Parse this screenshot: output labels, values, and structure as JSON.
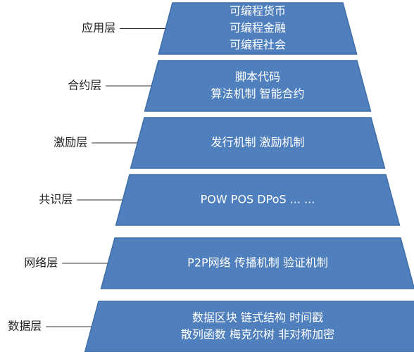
{
  "colors": {
    "layer_fill": "#4f7fbd",
    "layer_stroke": "#3f6ea8",
    "layer_text": "#ffffff",
    "label_text": "#222222"
  },
  "layers": [
    {
      "label": "应用层",
      "lines": [
        "可编程货币",
        "可编程金融",
        "可编程社会"
      ]
    },
    {
      "label": "合约层",
      "lines": [
        "脚本代码",
        "算法机制 智能合约"
      ]
    },
    {
      "label": "激励层",
      "lines": [
        "发行机制  激励机制"
      ]
    },
    {
      "label": "共识层",
      "lines": [
        "POW POS DPoS ... ..."
      ]
    },
    {
      "label": "网络层",
      "lines": [
        "P2P网络 传播机制 验证机制"
      ]
    },
    {
      "label": "数据层",
      "lines": [
        "数据区块 链式结构 时间戳",
        "散列函数 梅克尔树 非对称加密"
      ]
    }
  ]
}
